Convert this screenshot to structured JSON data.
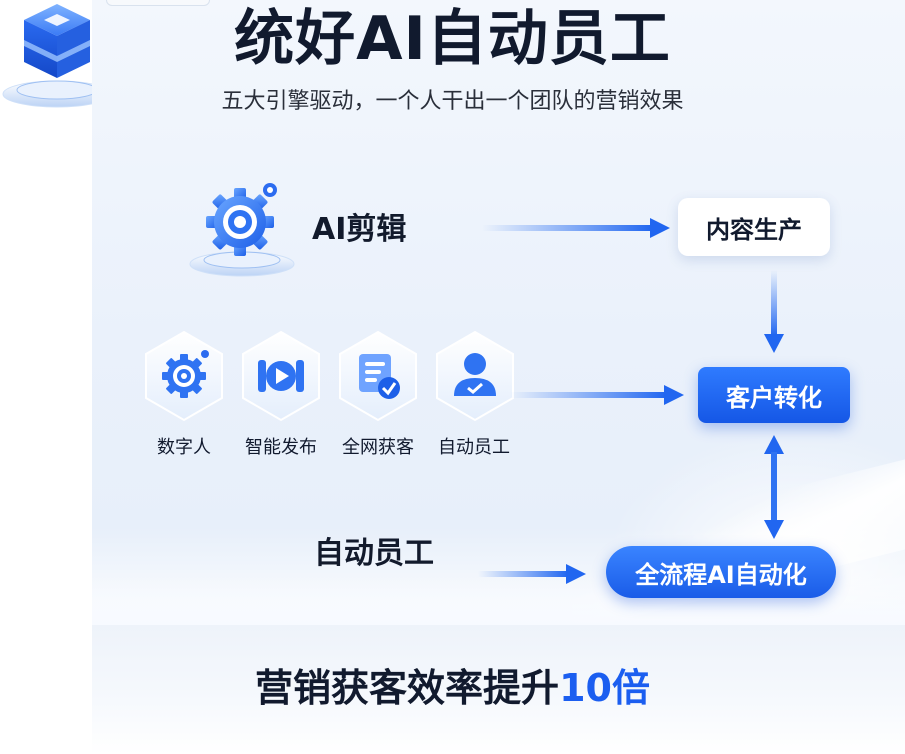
{
  "header": {
    "title": "统好AI自动员工",
    "subtitle": "五大引擎驱动，一个人干出一个团队的营销效果"
  },
  "rows": {
    "ai_edit": {
      "label": "AI剪辑",
      "icon": "gear-pedestal-icon"
    },
    "auto_staff": {
      "label": "自动员工",
      "icon": "cube-pedestal-icon"
    }
  },
  "features": [
    {
      "label": "数字人",
      "icon": "gear-icon"
    },
    {
      "label": "智能发布",
      "icon": "play-icon"
    },
    {
      "label": "全网获客",
      "icon": "document-check-icon"
    },
    {
      "label": "自动员工",
      "icon": "user-check-icon"
    }
  ],
  "outcomes": {
    "content": "内容生产",
    "conversion": "客户转化",
    "automation": "全流程AI自动化"
  },
  "footer": {
    "text": "营销获客效率提升",
    "accent": "10倍"
  },
  "colors": {
    "accent": "#1b5ef0",
    "dark_text": "#111a2e",
    "background": "#eaf1fb"
  }
}
